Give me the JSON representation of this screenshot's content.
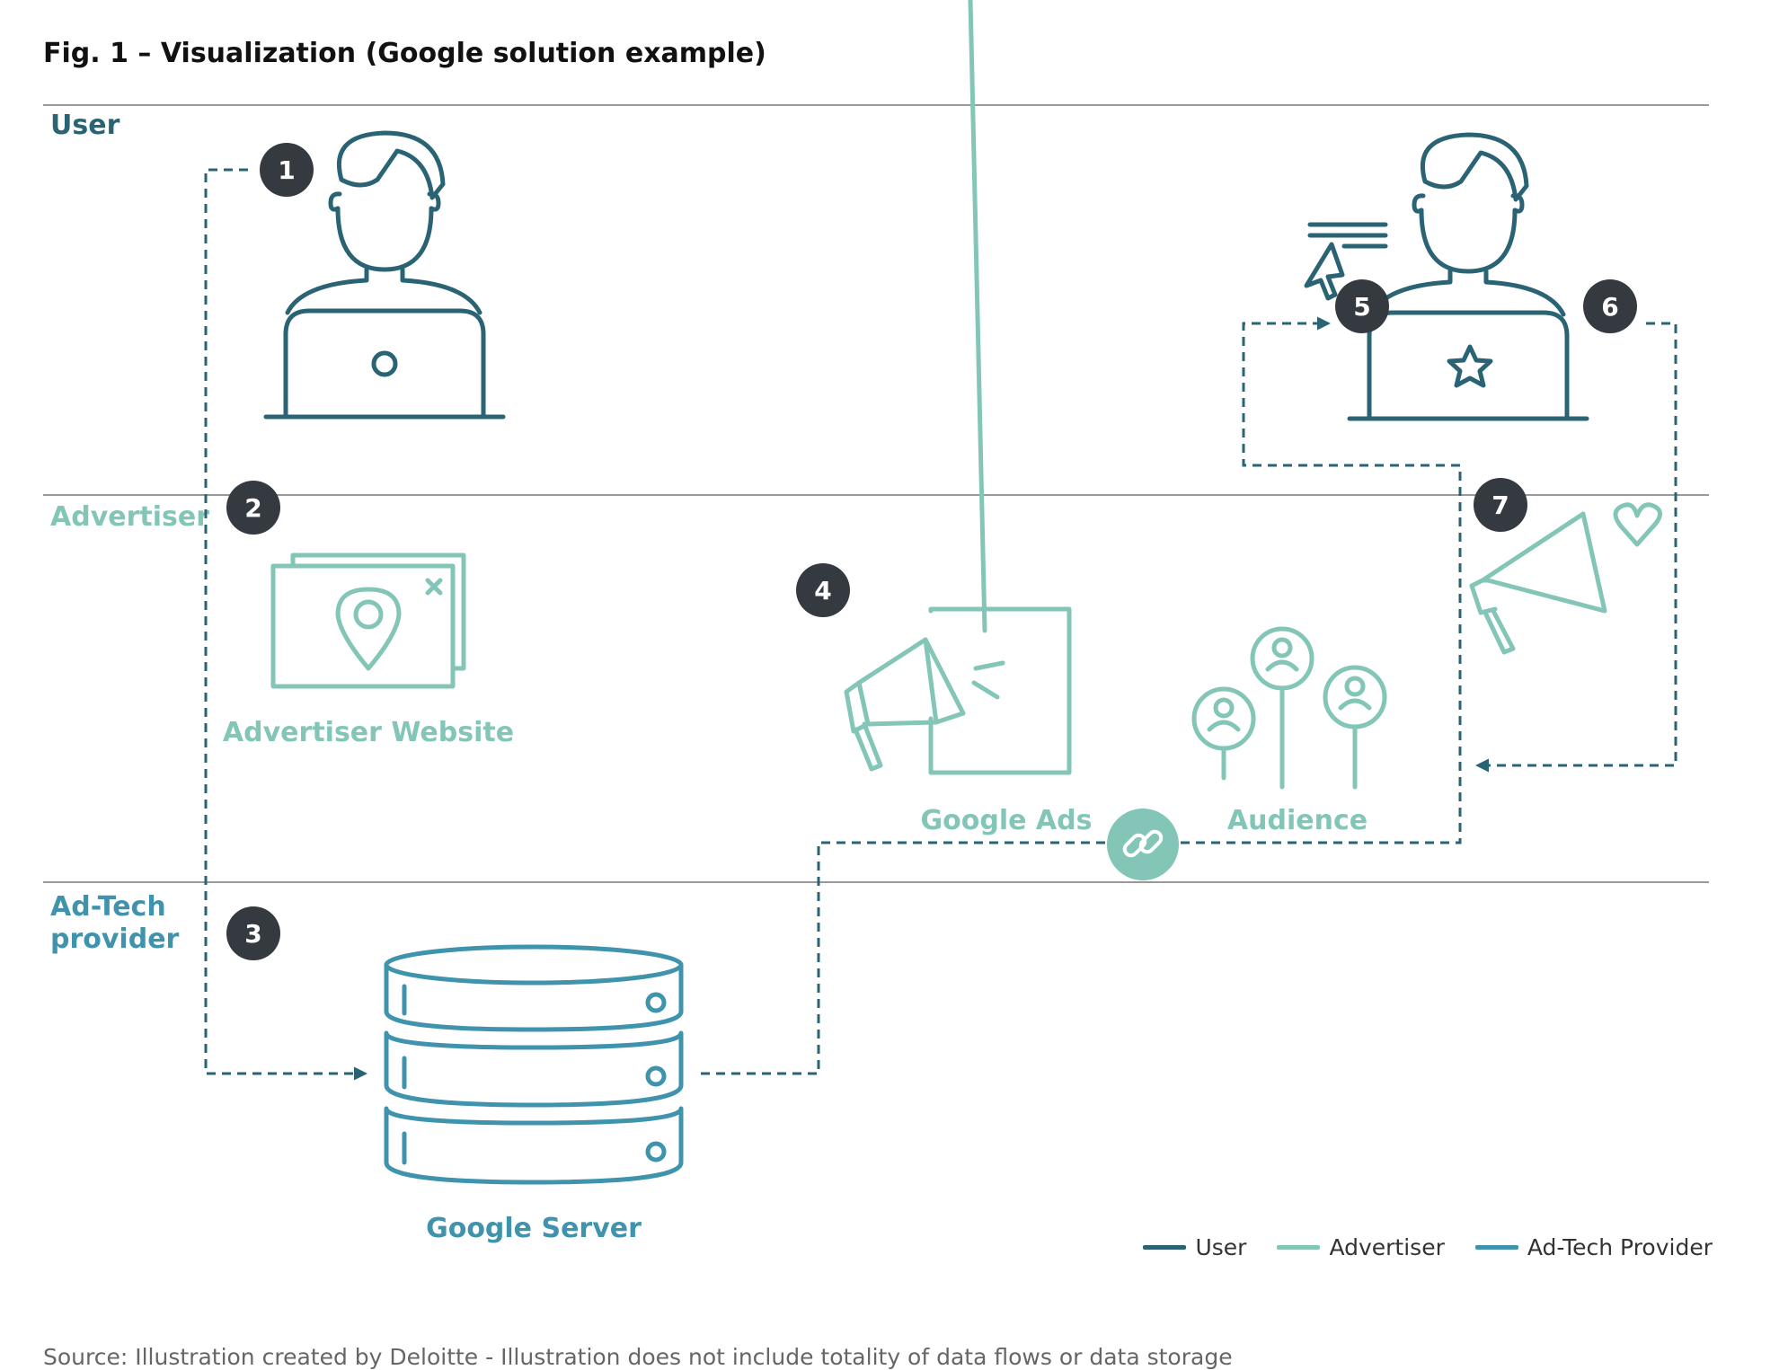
{
  "title": "Fig. 1 – Visualization (Google solution example)",
  "lanes": {
    "user": "User",
    "advertiser": "Advertiser",
    "adtech": "Ad-Tech\nprovider"
  },
  "nodes": {
    "advertiser_website": "Advertiser Website",
    "google_ads": "Google Ads",
    "audience": "Audience",
    "google_server": "Google Server"
  },
  "steps": [
    "1",
    "2",
    "3",
    "4",
    "5",
    "6",
    "7"
  ],
  "legend": [
    {
      "label": "User",
      "color": "#2a6474"
    },
    {
      "label": "Advertiser",
      "color": "#83c5b7"
    },
    {
      "label": "Ad-Tech Provider",
      "color": "#3f93ad"
    }
  ],
  "source": "Source: Illustration created by Deloitte - Illustration does not include totality of data flows or data storage",
  "colors": {
    "user": "#2a6474",
    "advertiser": "#83c5b7",
    "adtech": "#3f93ad",
    "step_badge": "#343a40",
    "flow": "#2a6474"
  }
}
